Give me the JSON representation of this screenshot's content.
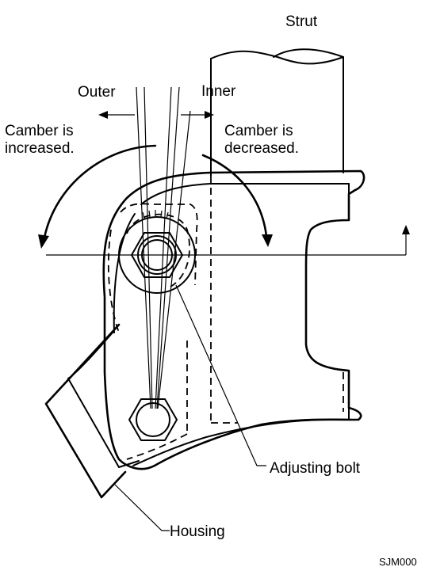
{
  "labels": {
    "strut": "Strut",
    "outer": "Outer",
    "inner": "Inner",
    "camber_increased_line1": "Camber is",
    "camber_increased_line2": "increased.",
    "camber_decreased_line1": "Camber is",
    "camber_decreased_line2": "decreased.",
    "adjusting_bolt": "Adjusting bolt",
    "housing": "Housing",
    "figure_code": "SJM000"
  }
}
